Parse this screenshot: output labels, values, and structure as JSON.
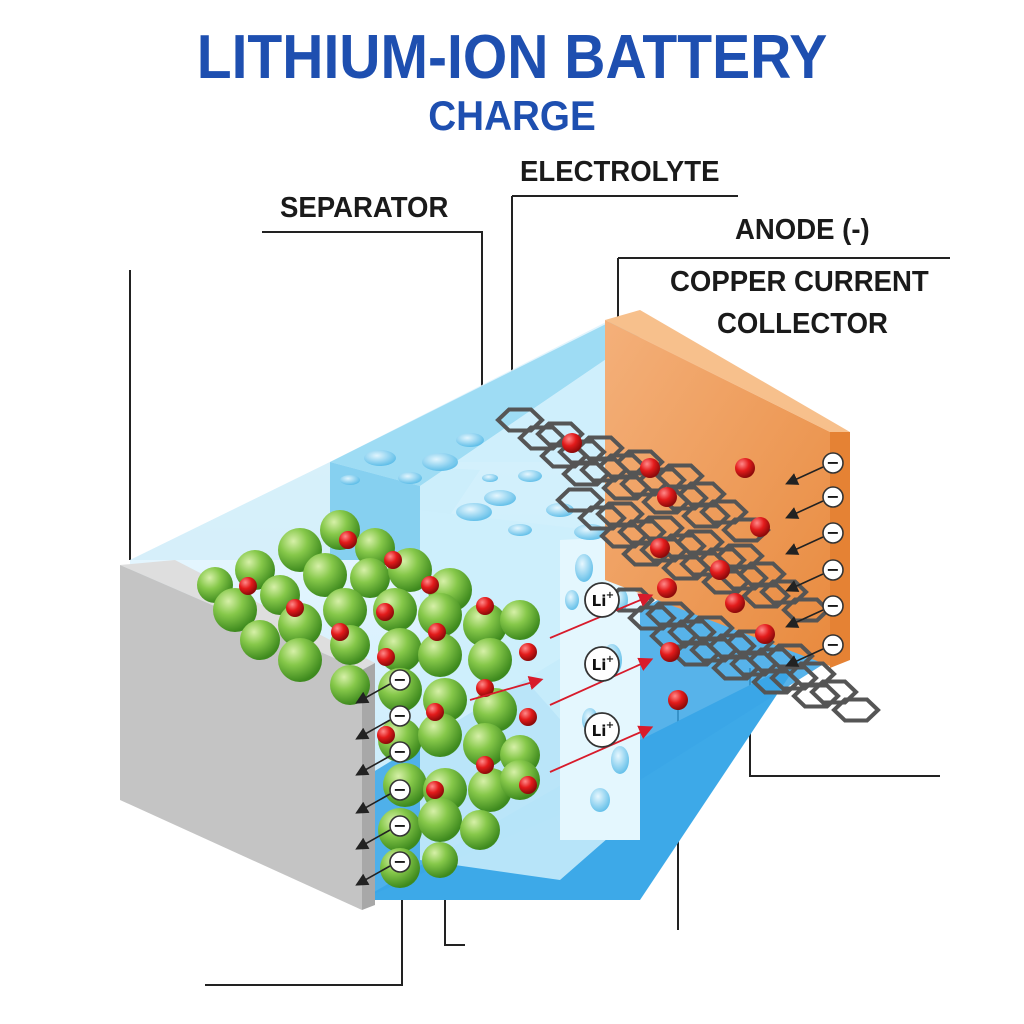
{
  "title": "LITHIUM-ION BATTERY",
  "subtitle": "CHARGE",
  "labels": {
    "separator": "SEPARATOR",
    "electrolyte": "ELECTROLYTE",
    "anode": "ANODE (-)",
    "collector_line1": "COPPER CURRENT",
    "collector_line2": "COLLECTOR"
  },
  "ion_symbol": "Li",
  "ion_charge": "+",
  "electron_symbol": "−",
  "colors": {
    "title": "#1e4fb0",
    "cathode_particle": "#7cc043",
    "lithium_ion": "#e31b1b",
    "electrolyte": "#cdeefb",
    "separator": "#7fd0f0",
    "anode_collector": "#f0a05a",
    "cathode_collector": "#c9c9c9",
    "graphite": "#555555"
  },
  "icons": [
    "electron-icon",
    "lithium-ion-icon",
    "graphite-lattice-icon",
    "arrow-icon"
  ]
}
